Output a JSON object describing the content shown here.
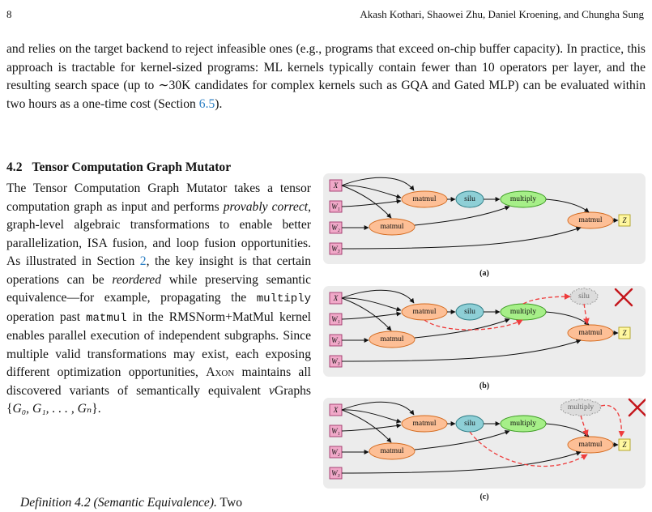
{
  "header": {
    "page_number": "8",
    "authors": "Akash Kothari, Shaowei Zhu, Daniel Kroening, and Chungha Sung"
  },
  "para1": {
    "text_a": "and relies on the target backend to reject infeasible ones (e.g., programs that exceed on-chip buffer capacity). In practice, this approach is tractable for kernel-sized programs: ML kernels typically contain fewer than 10 operators per layer, and the resulting search space (up to ∼30K candidates for complex kernels such as GQA and Gated MLP) can be evaluated within two hours as a one-time cost (Section ",
    "ref": "6.5",
    "text_b": ")."
  },
  "section": {
    "number": "4.2",
    "title": "Tensor Computation Graph Mutator"
  },
  "para2": {
    "t1": "The Tensor Computation Graph Mutator takes a tensor computation graph as input and performs ",
    "em1": "provably correct",
    "t2": ", graph-level algebraic transformations to enable better parallelization, ISA fusion, and loop fusion opportunities. As illustrated in Section ",
    "ref": "2",
    "t3": ", the key insight is that certain operations can be ",
    "em2": "reordered",
    "t4": " while preserving semantic equivalence—for example, propagating the ",
    "code1": "multiply",
    "t5": " operation past ",
    "code2": "matmul",
    "t6": " in the RMSNorm+MatMul kernel enables parallel execution of independent subgraphs. Since multiple valid transformations may exist, each exposing different optimization opportunities, ",
    "sc": "Axon",
    "t7": " maintains all discovered variants of semantically equivalent ",
    "em3": "v",
    "t8": "Graphs {",
    "math": "G₀, G₁, . . . , Gₙ",
    "t9": "}."
  },
  "para3": {
    "em": "Definition 4.2 (Semantic Equivalence).",
    "text": "  Two"
  },
  "figure": {
    "inputs": [
      "X",
      "W₁",
      "W₂",
      "W₃"
    ],
    "output": "Z",
    "ops": {
      "matmul": "matmul",
      "silu": "silu",
      "multiply": "multiply"
    },
    "captions": [
      "(a)",
      "(b)",
      "(c)"
    ],
    "colors": {
      "panel_bg": "#ececec",
      "input_fill": "#f0a8c8",
      "input_stroke": "#a0386c",
      "matmul_fill": "#fdbf96",
      "matmul_stroke": "#d46a1e",
      "silu_fill": "#8ecfd6",
      "silu_stroke": "#2d7c85",
      "multiply_fill": "#a6ef88",
      "multiply_stroke": "#3a9a20",
      "output_fill": "#fff7a0",
      "output_stroke": "#b0a020",
      "ghost_fill": "#dcdcdc",
      "ghost_stroke": "#9a9a9a",
      "dash": "#ee3c3c",
      "cross": "#c4161c"
    }
  }
}
